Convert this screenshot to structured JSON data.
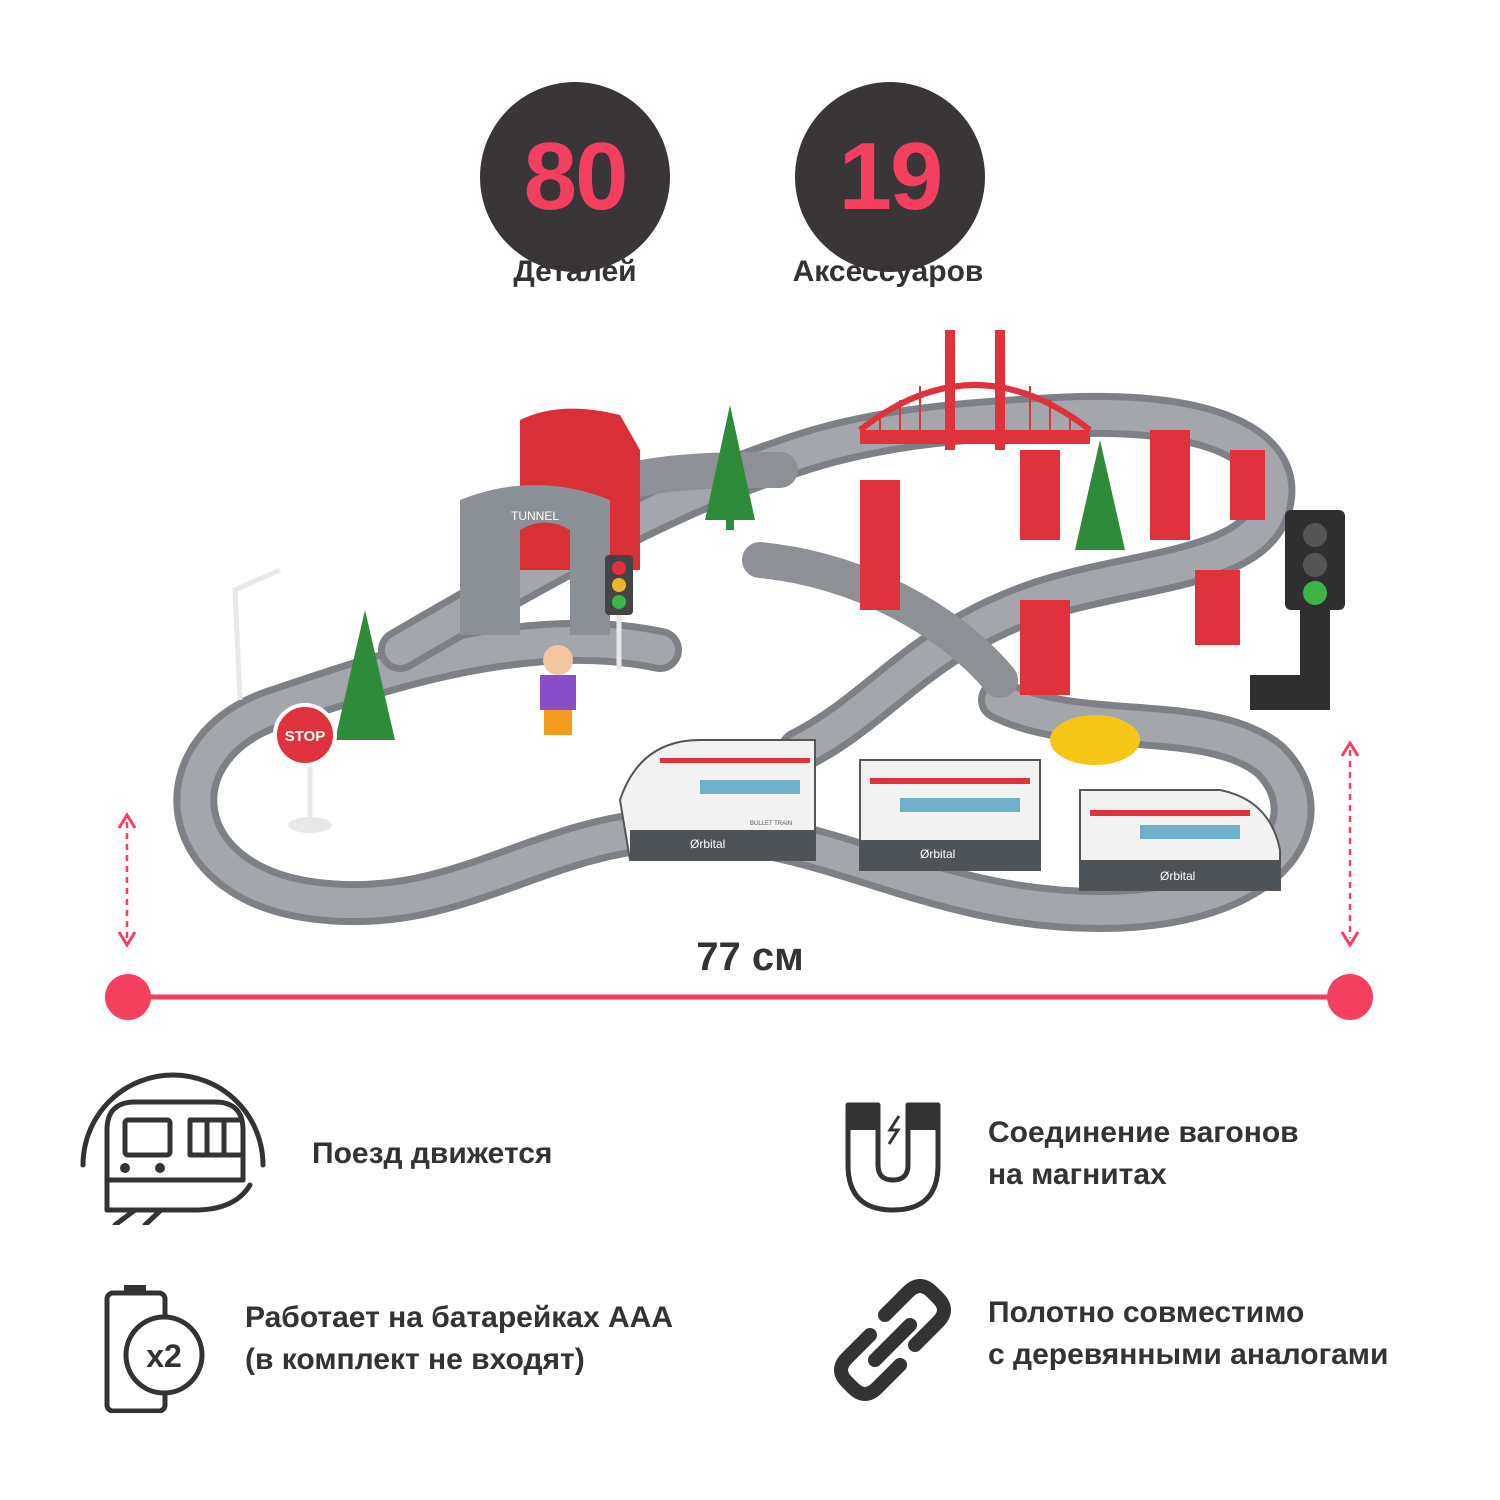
{
  "stats": [
    {
      "number": "80",
      "label": "Деталей"
    },
    {
      "number": "19",
      "label": "Аксессуаров"
    }
  ],
  "dimension": {
    "label": "77 см"
  },
  "scene": {
    "tunnel_sign": "TUNNEL",
    "stop_sign": "STOP",
    "train_brand": "Ørbital",
    "train_model": "BULLET TRAIN"
  },
  "features": [
    {
      "icon": "train-tunnel-icon",
      "lines": [
        "Поезд движется"
      ]
    },
    {
      "icon": "magnet-icon",
      "lines": [
        "Соединение вагонов",
        "на магнитах"
      ]
    },
    {
      "icon": "battery-x2-icon",
      "badge": "x2",
      "lines": [
        "Работает на батарейках ААА",
        "(в комплект не входят)"
      ]
    },
    {
      "icon": "chain-link-icon",
      "lines": [
        "Полотно совместимо",
        "с деревянными аналогами"
      ]
    }
  ],
  "colors": {
    "accent": "#f43f5e",
    "dark": "#3a3536",
    "text": "#333333",
    "track": "#8a8e93",
    "red_part": "#e0323c"
  }
}
